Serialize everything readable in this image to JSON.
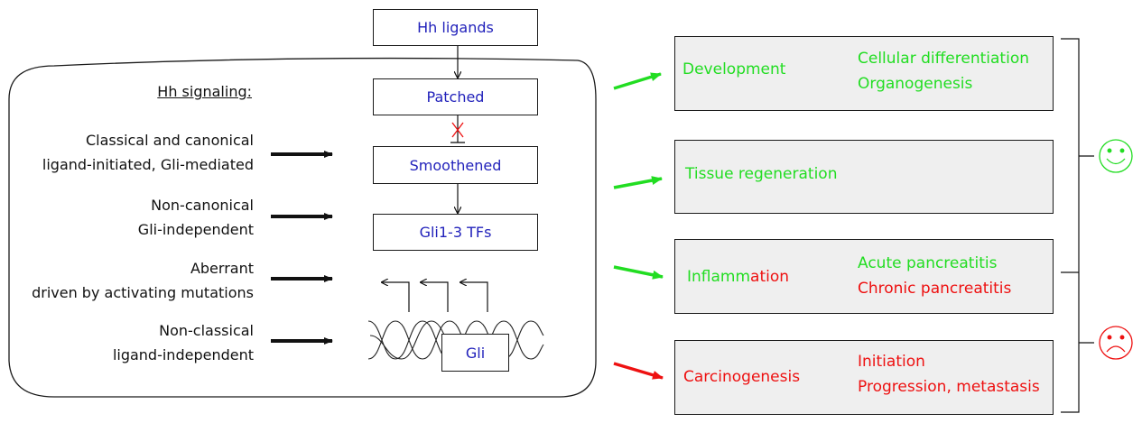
{
  "center": {
    "hh_ligands": "Hh ligands",
    "patched": "Patched",
    "smoothened": "Smoothened",
    "gli_tfs": "Gli1-3 TFs",
    "gli": "Gli"
  },
  "left": {
    "heading": "Hh signaling:",
    "rows": [
      {
        "line1": "Classical and canonical",
        "line2": "ligand-initiated, Gli-mediated"
      },
      {
        "line1": "Non-canonical",
        "line2": "Gli-independent"
      },
      {
        "line1": "Aberrant",
        "line2": "driven by activating mutations"
      },
      {
        "line1": "Non-classical",
        "line2": "ligand-independent"
      }
    ]
  },
  "outcomes": {
    "development": {
      "title": "Development",
      "items": [
        "Cellular differentiation",
        "Organogenesis"
      ]
    },
    "tissue": {
      "title": "Tissue regeneration"
    },
    "inflammation": {
      "title_green": "Inflamm",
      "title_red": "ation",
      "items": [
        "Acute pancreatitis",
        "Chronic pancreatitis"
      ]
    },
    "carcinogenesis": {
      "title": "Carcinogenesis",
      "items": [
        "Initiation",
        "Progression, metastasis"
      ]
    }
  },
  "colors": {
    "green": "#22dd22",
    "red": "#ee1111",
    "blue_text": "#2222bb"
  },
  "icons": {
    "happy": "happy-face-icon",
    "sad": "sad-face-icon"
  }
}
